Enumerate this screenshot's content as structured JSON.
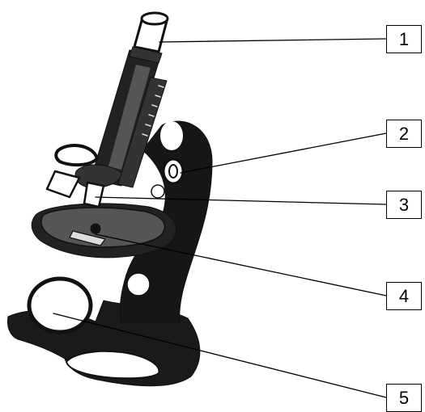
{
  "diagram": {
    "labels": [
      {
        "id": "1",
        "text": "1"
      },
      {
        "id": "2",
        "text": "2"
      },
      {
        "id": "3",
        "text": "3"
      },
      {
        "id": "4",
        "text": "4"
      },
      {
        "id": "5",
        "text": "5"
      }
    ]
  },
  "colors": {
    "ink": "#111111",
    "paper": "#ffffff"
  }
}
